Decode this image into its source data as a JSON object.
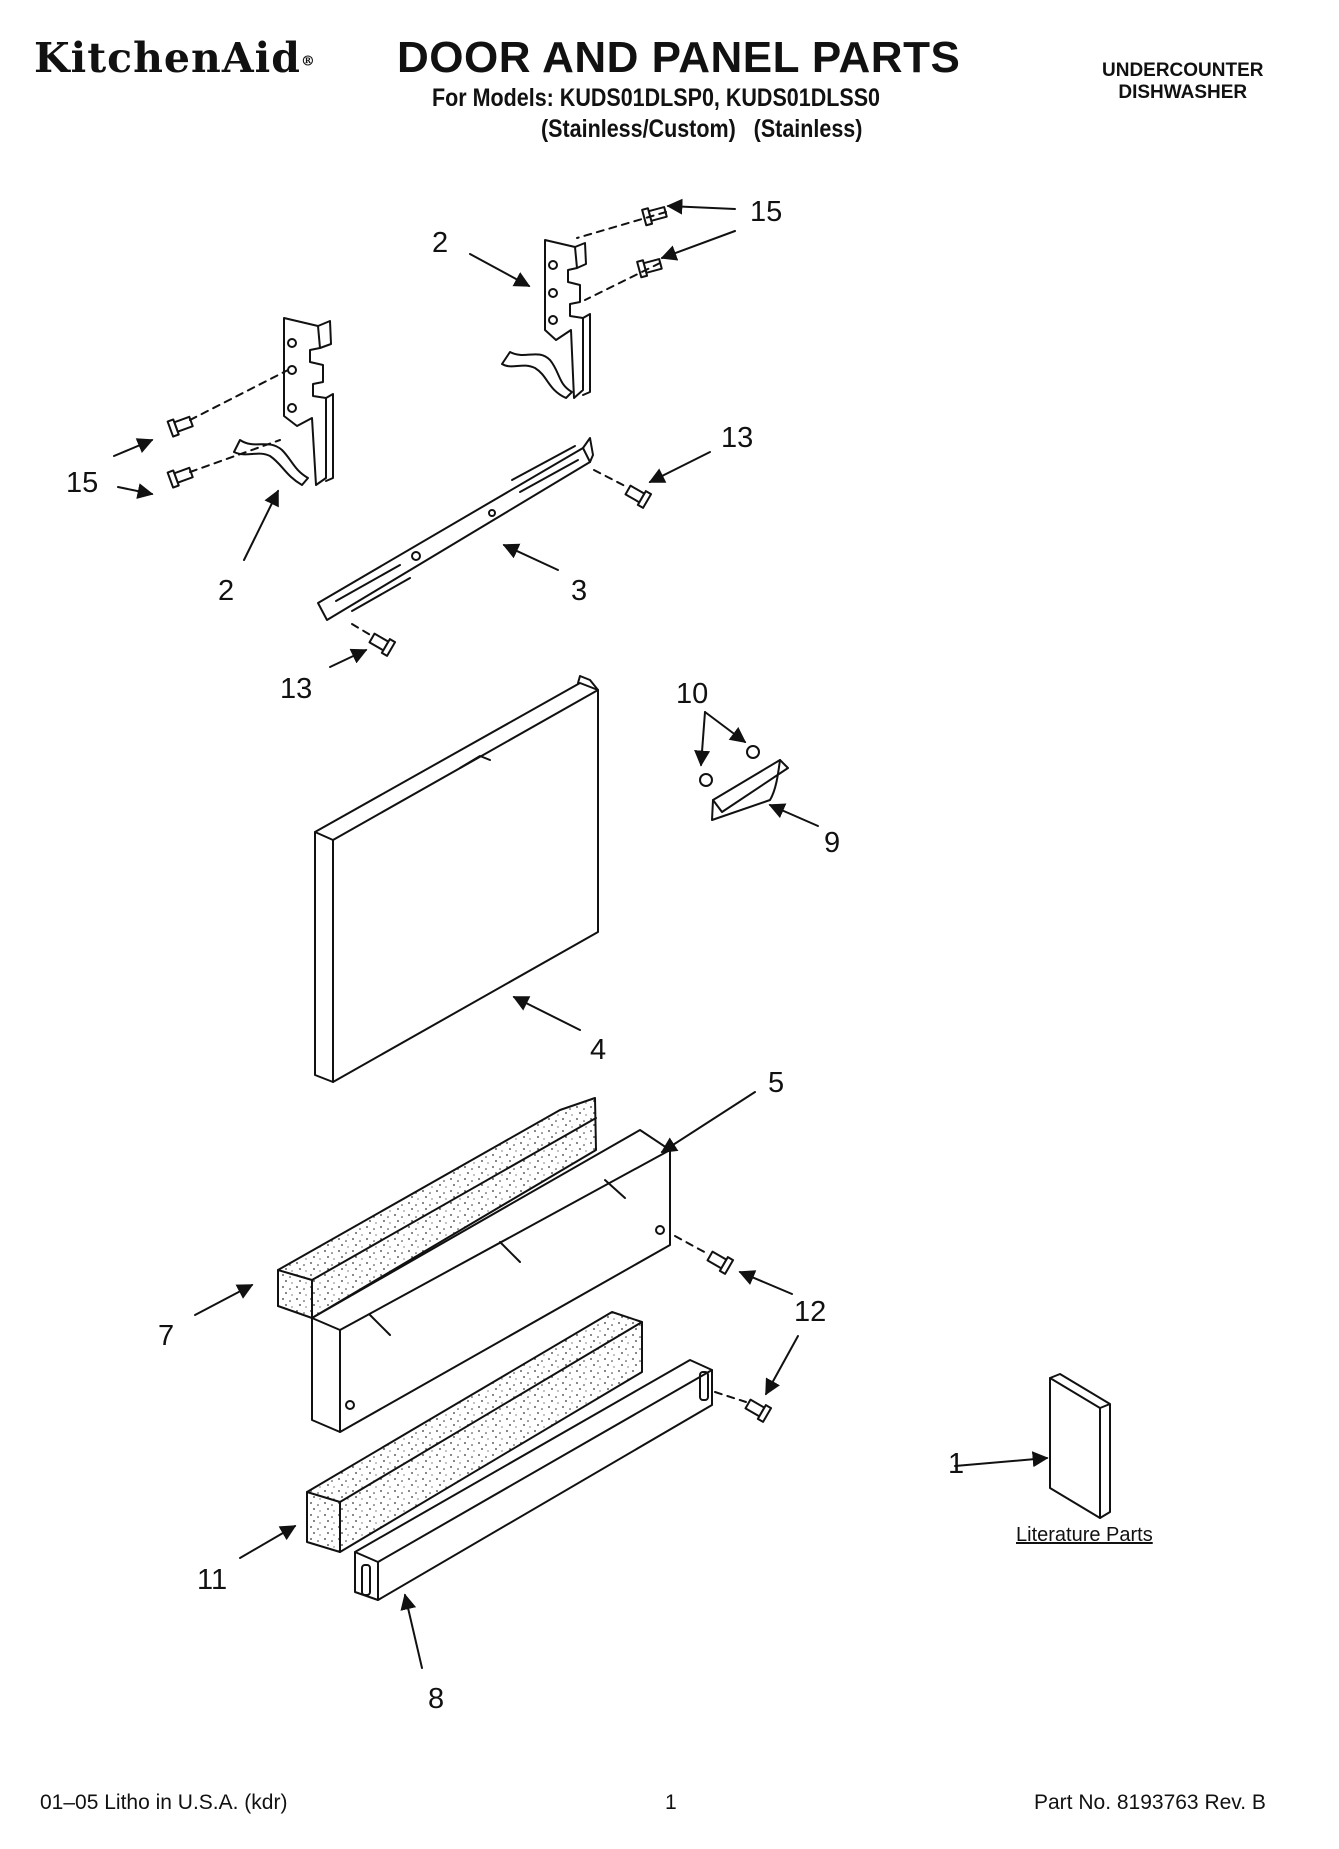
{
  "header": {
    "brand": "KitchenAid",
    "brand_mark": "®",
    "title": "DOOR AND PANEL PARTS",
    "models_line": "For Models: KUDS01DLSP0, KUDS01DLSS0",
    "variant_1": "(Stainless/Custom)",
    "variant_2": "(Stainless)",
    "category_line1": "UNDERCOUNTER",
    "category_line2": "DISHWASHER"
  },
  "callouts": {
    "c1": "1",
    "c2a": "2",
    "c2b": "2",
    "c3": "3",
    "c4": "4",
    "c5": "5",
    "c7": "7",
    "c8": "8",
    "c9": "9",
    "c10": "10",
    "c11": "11",
    "c12": "12",
    "c13a": "13",
    "c13b": "13",
    "c15a": "15",
    "c15b": "15"
  },
  "literature_label": "Literature Parts",
  "footer": {
    "left": "01–05 Litho in U.S.A. (kdr)",
    "page": "1",
    "part_no": "Part No. 8193763 Rev. B"
  }
}
